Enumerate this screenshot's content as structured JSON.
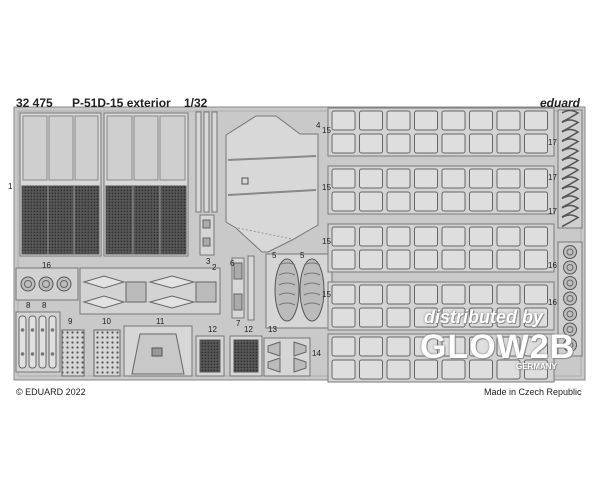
{
  "header": {
    "code": "32 475",
    "title": "P-51D-15 exterior",
    "scale": "1/32",
    "brand": "eduard"
  },
  "footer": {
    "copyright": "© EDUARD 2022",
    "origin": "Made in Czech Republic"
  },
  "watermark": {
    "line1": "distributed by",
    "line2": "GLOW2B",
    "sub": "GERMANY"
  },
  "part_numbers": [
    "1",
    "2",
    "3",
    "4",
    "5",
    "5",
    "6",
    "7",
    "8",
    "8",
    "9",
    "10",
    "11",
    "12",
    "12",
    "13",
    "14",
    "15",
    "15",
    "15",
    "15",
    "16",
    "16",
    "16",
    "17",
    "17",
    "17"
  ],
  "colors": {
    "fret": "#c8c8c8",
    "part": "#d9d9d9",
    "edge": "#8a8a8a",
    "mesh": "#3a3a3a"
  }
}
